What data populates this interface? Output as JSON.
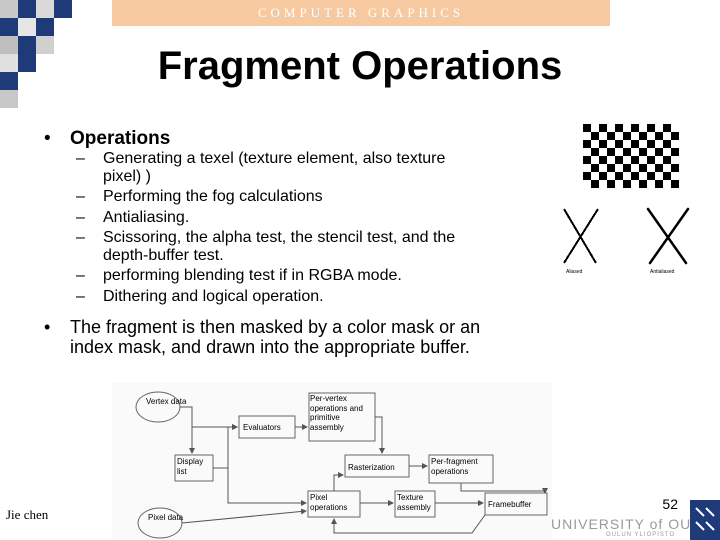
{
  "header": {
    "banner_text": "COMPUTER GRAPHICS"
  },
  "slide": {
    "title": "Fragment Operations",
    "bullet1_label": "Operations",
    "subitems": [
      "Generating a texel (texture element, also texture pixel)  )",
      "Performing the fog calculations",
      "Antialiasing.",
      "Scissoring, the alpha test, the stencil test, and the depth-buffer test.",
      "performing blending test if in RGBA mode.",
      "Dithering and logical operation."
    ],
    "bullet2_text": "The fragment is then masked by a color mask or an index mask, and drawn into the appropriate buffer."
  },
  "illustrations": {
    "aliased_label": "Aliased",
    "antialiased_label": "Antialiased"
  },
  "diagram": {
    "vertex_data": "Vertex data",
    "display_list": "Display list",
    "evaluators": "Evaluators",
    "per_vertex": "Per-vertex operations and primitive assembly",
    "rasterization": "Rasterization",
    "per_fragment": "Per-fragment operations",
    "pixel_data": "Pixel data",
    "pixel_operations": "Pixel operations",
    "texture_assembly": "Texture assembly",
    "framebuffer": "Framebuffer"
  },
  "footer": {
    "author": "Jie chen",
    "page_number": "52",
    "university": "UNIVERSITY of OULU",
    "university_sub": "OULUN YLIOPISTO"
  },
  "colors": {
    "accent_blue": "#1e3a78",
    "banner_peach": "#f7c9a1",
    "square_gray": "#bfbfbf"
  }
}
